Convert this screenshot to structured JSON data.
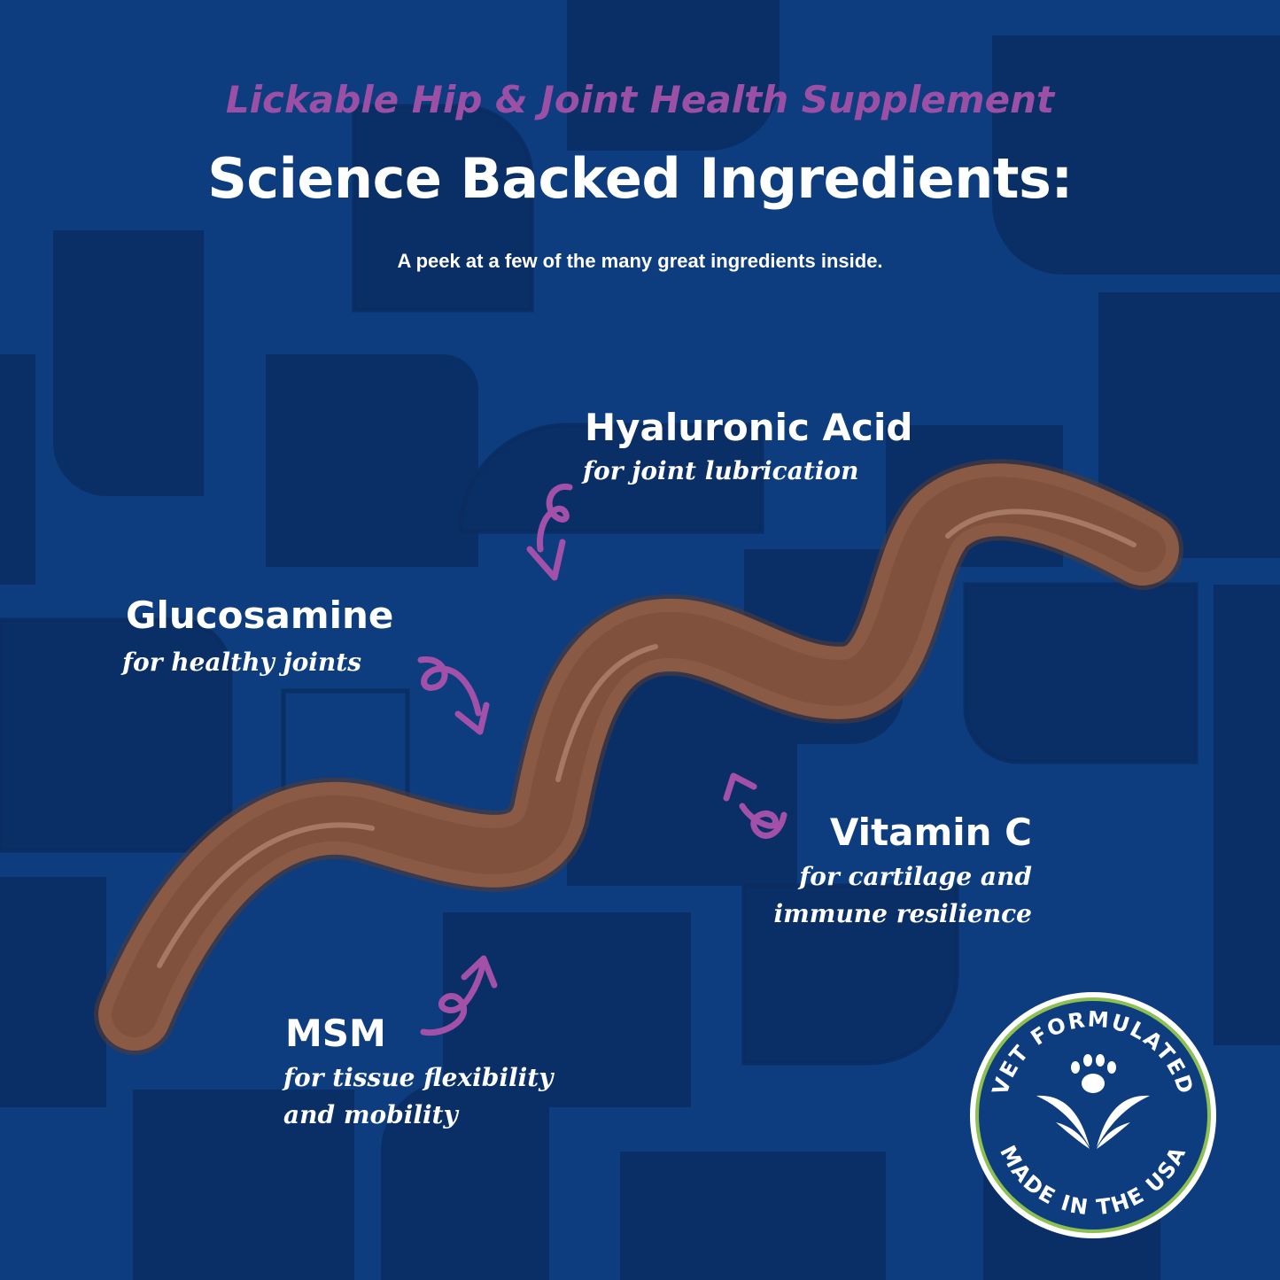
{
  "header": {
    "tagline": "Lickable Hip & Joint Health Supplement",
    "title": "Science Backed Ingredients:",
    "subtitle": "A peek at a few of the many great ingredients inside."
  },
  "ingredients": [
    {
      "name": "Hyaluronic Acid",
      "description": "for joint lubrication"
    },
    {
      "name": "Glucosamine",
      "description": "for healthy joints"
    },
    {
      "name": "Vitamin C",
      "description_line1": "for cartilage and",
      "description_line2": "immune resilience"
    },
    {
      "name": "MSM",
      "description_line1": "for tissue flexibility",
      "description_line2": "and mobility"
    }
  ],
  "badge": {
    "top_text": "VET FORMULATED",
    "bottom_text": "MADE IN THE USA",
    "icon": "paw-grass-icon"
  },
  "colors": {
    "background": "#0d3d7e",
    "pattern": "#0a2f66",
    "accent_purple": "#9b50a6",
    "text": "#ffffff",
    "product": "#8a5a44",
    "badge_ring": "#8cc152"
  }
}
